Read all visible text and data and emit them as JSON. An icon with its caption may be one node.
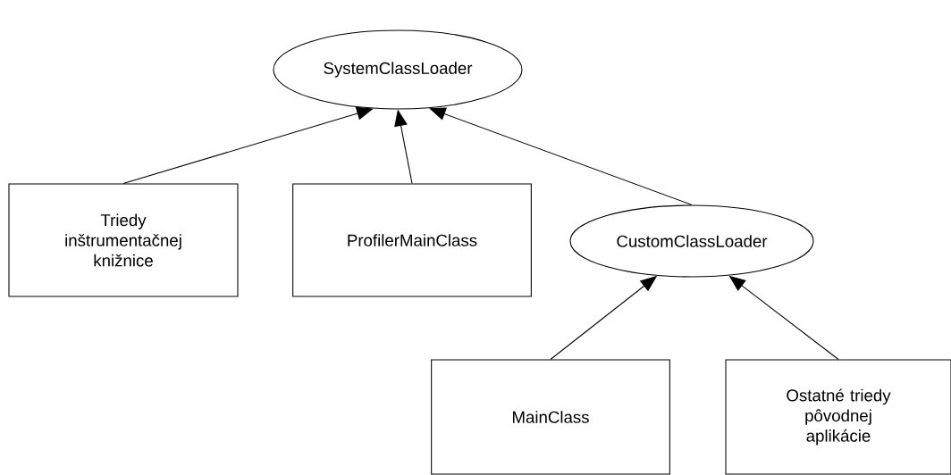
{
  "diagram": {
    "nodes": [
      {
        "text": [
          "SystemClassLoader"
        ]
      },
      {
        "text": [
          "Triedy inštrumentačnej knižnice"
        ]
      },
      {
        "text": [
          "ProfilerMainClass"
        ]
      },
      {
        "text": [
          "CustomClassLoader"
        ]
      },
      {
        "text": [
          "MainClass"
        ]
      },
      {
        "text": [
          "Ostatné triedy pôvodnej aplikácie"
        ]
      }
    ],
    "edges": [
      {
        "from": 1,
        "to": 0,
        "arrow": "to"
      },
      {
        "from": 2,
        "to": 0,
        "arrow": "to"
      },
      {
        "from": 3,
        "to": 0,
        "arrow": "to"
      },
      {
        "from": 4,
        "to": 3,
        "arrow": "to"
      },
      {
        "from": 5,
        "to": 3,
        "arrow": "to"
      }
    ]
  }
}
